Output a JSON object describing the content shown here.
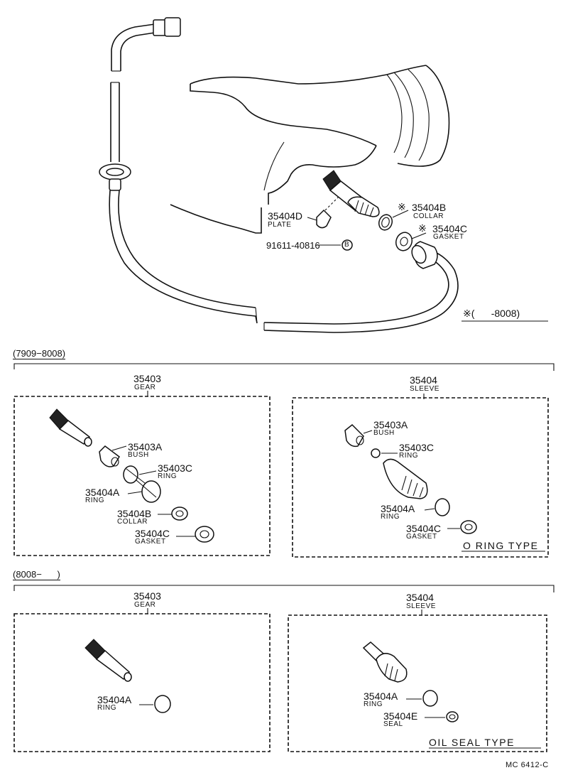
{
  "header": {
    "note": "※(      -8008)"
  },
  "top_diagram": {
    "labels": [
      {
        "part": "35404B",
        "mark": "※",
        "name": "COLLAR"
      },
      {
        "part": "35404C",
        "mark": "※",
        "name": "GASKET"
      },
      {
        "part": "35404D",
        "name": "PLATE"
      },
      {
        "part": "91611-40816",
        "circled": "B"
      }
    ]
  },
  "section_1": {
    "range": "(7909−8008)",
    "gear_box": {
      "part": "35403",
      "name": "GEAR",
      "items": [
        {
          "part": "35403A",
          "name": "BUSH"
        },
        {
          "part": "35403C",
          "name": "RING"
        },
        {
          "part": "35404A",
          "name": "RING"
        },
        {
          "part": "35404B",
          "name": "COLLAR"
        },
        {
          "part": "35404C",
          "name": "GASKET"
        }
      ]
    },
    "sleeve_box": {
      "part": "35404",
      "name": "SLEEVE",
      "items": [
        {
          "part": "35403A",
          "name": "BUSH"
        },
        {
          "part": "35403C",
          "name": "RING"
        },
        {
          "part": "35404A",
          "name": "RING"
        },
        {
          "part": "35404C",
          "name": "GASKET"
        }
      ],
      "type_label": "O RING TYPE"
    }
  },
  "section_2": {
    "range": "(8008−      )",
    "gear_box": {
      "part": "35403",
      "name": "GEAR",
      "items": [
        {
          "part": "35404A",
          "name": "RING"
        }
      ]
    },
    "sleeve_box": {
      "part": "35404",
      "name": "SLEEVE",
      "items": [
        {
          "part": "35404A",
          "name": "RING"
        },
        {
          "part": "35404E",
          "name": "SEAL"
        }
      ],
      "type_label": "OIL SEAL TYPE"
    }
  },
  "footer": {
    "code": "MC 6412-C"
  }
}
